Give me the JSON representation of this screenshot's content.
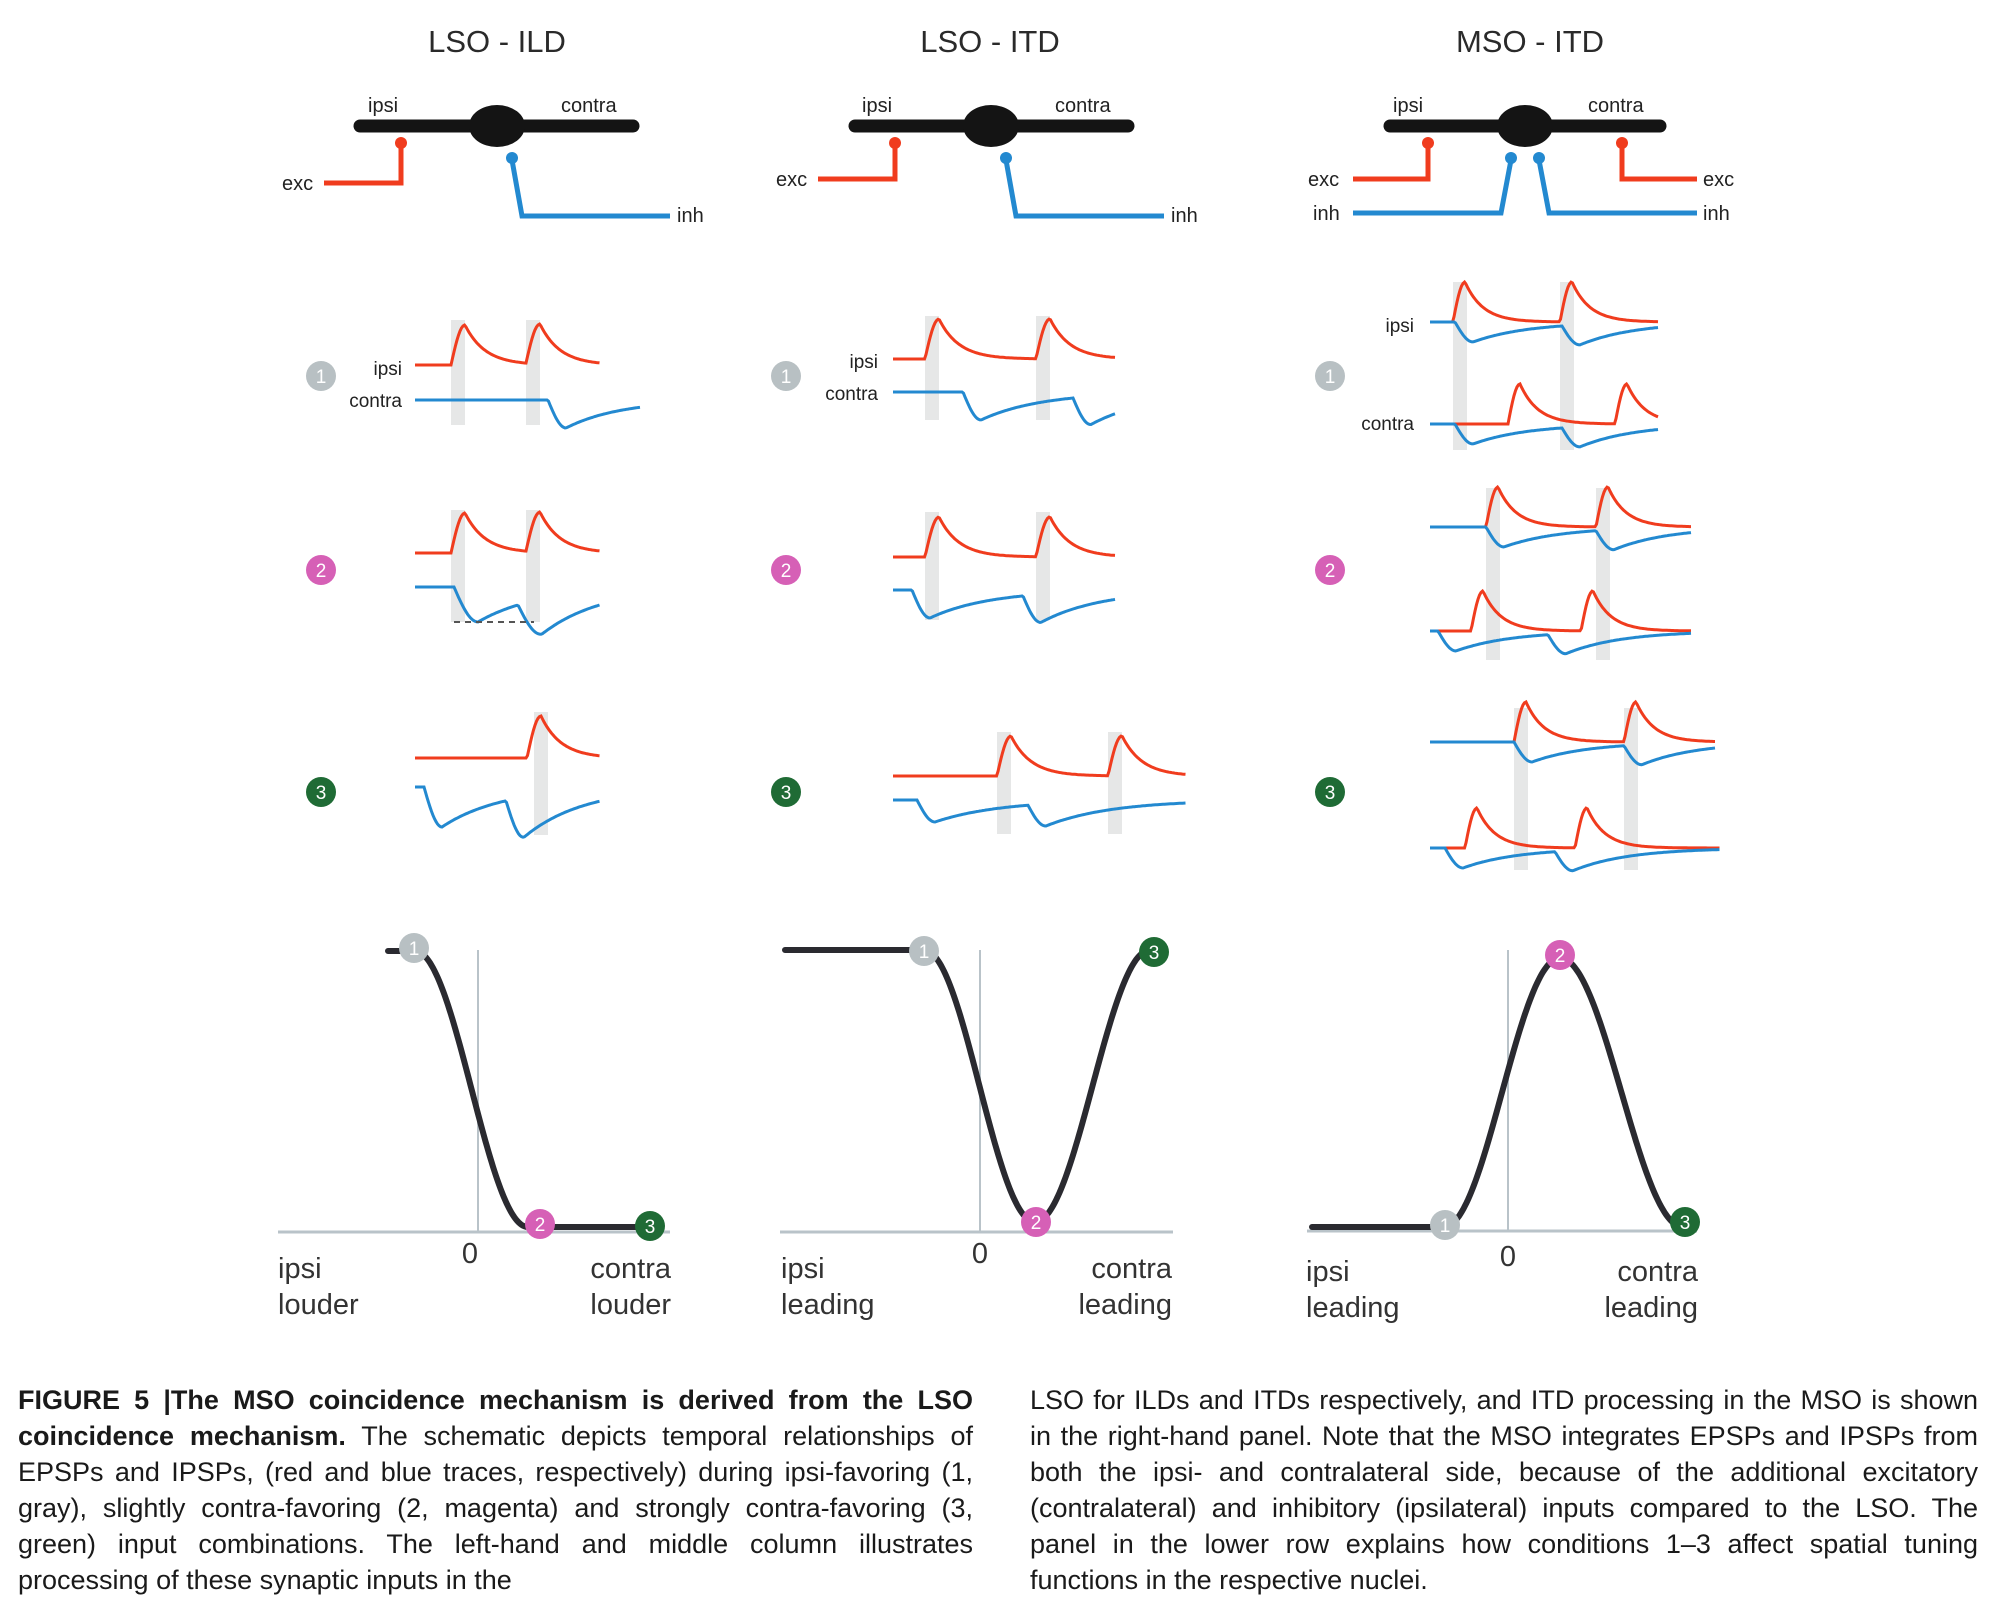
{
  "panels": [
    {
      "title": "LSO - ILD",
      "x_left": "ipsi",
      "x_left2": "louder",
      "x_right": "contra",
      "x_right2": "louder",
      "zero": "0"
    },
    {
      "title": "LSO - ITD",
      "x_left": "ipsi",
      "x_left2": "leading",
      "x_right": "contra",
      "x_right2": "leading",
      "zero": "0"
    },
    {
      "title": "MSO - ITD",
      "x_left": "ipsi",
      "x_left2": "leading",
      "x_right": "contra",
      "x_right2": "leading",
      "zero": "0"
    }
  ],
  "schematic": {
    "ipsi": "ipsi",
    "contra": "contra",
    "exc": "exc",
    "inh": "inh"
  },
  "trace_labels": {
    "ipsi": "ipsi",
    "contra": "contra"
  },
  "conditions": [
    {
      "label": "1",
      "color": "#b8c0c3"
    },
    {
      "label": "2",
      "color": "#d660b6"
    },
    {
      "label": "3",
      "color": "#1f6b35"
    }
  ],
  "colors": {
    "exc": "#f03c1e",
    "inh": "#2389d0",
    "curve": "#2a2a30",
    "axis": "#b9c3c9",
    "gray_bar": "#e6e7e7"
  },
  "caption": {
    "label": "FIGURE 5 |",
    "title": "The MSO coincidence mechanism is derived from the LSO coincidence mechanism.",
    "left_body": "The schematic depicts temporal relationships of EPSPs and IPSPs, (red and blue traces, respectively) during ipsi-favoring (1, gray), slightly contra-favoring (2, magenta) and strongly contra-favoring (3, green) input combinations. The left-hand and middle column illustrates processing of these synaptic inputs in the",
    "right_body": "LSO for ILDs and ITDs respectively, and ITD processing in the MSO is shown in the right-hand panel. Note that the MSO integrates EPSPs and IPSPs from both the ipsi- and contralateral side, because of the additional excitatory (contralateral) and inhibitory (ipsilateral) inputs compared to the LSO. The panel in the lower row explains how conditions 1–3 affect spatial tuning functions in the respective nuclei."
  }
}
